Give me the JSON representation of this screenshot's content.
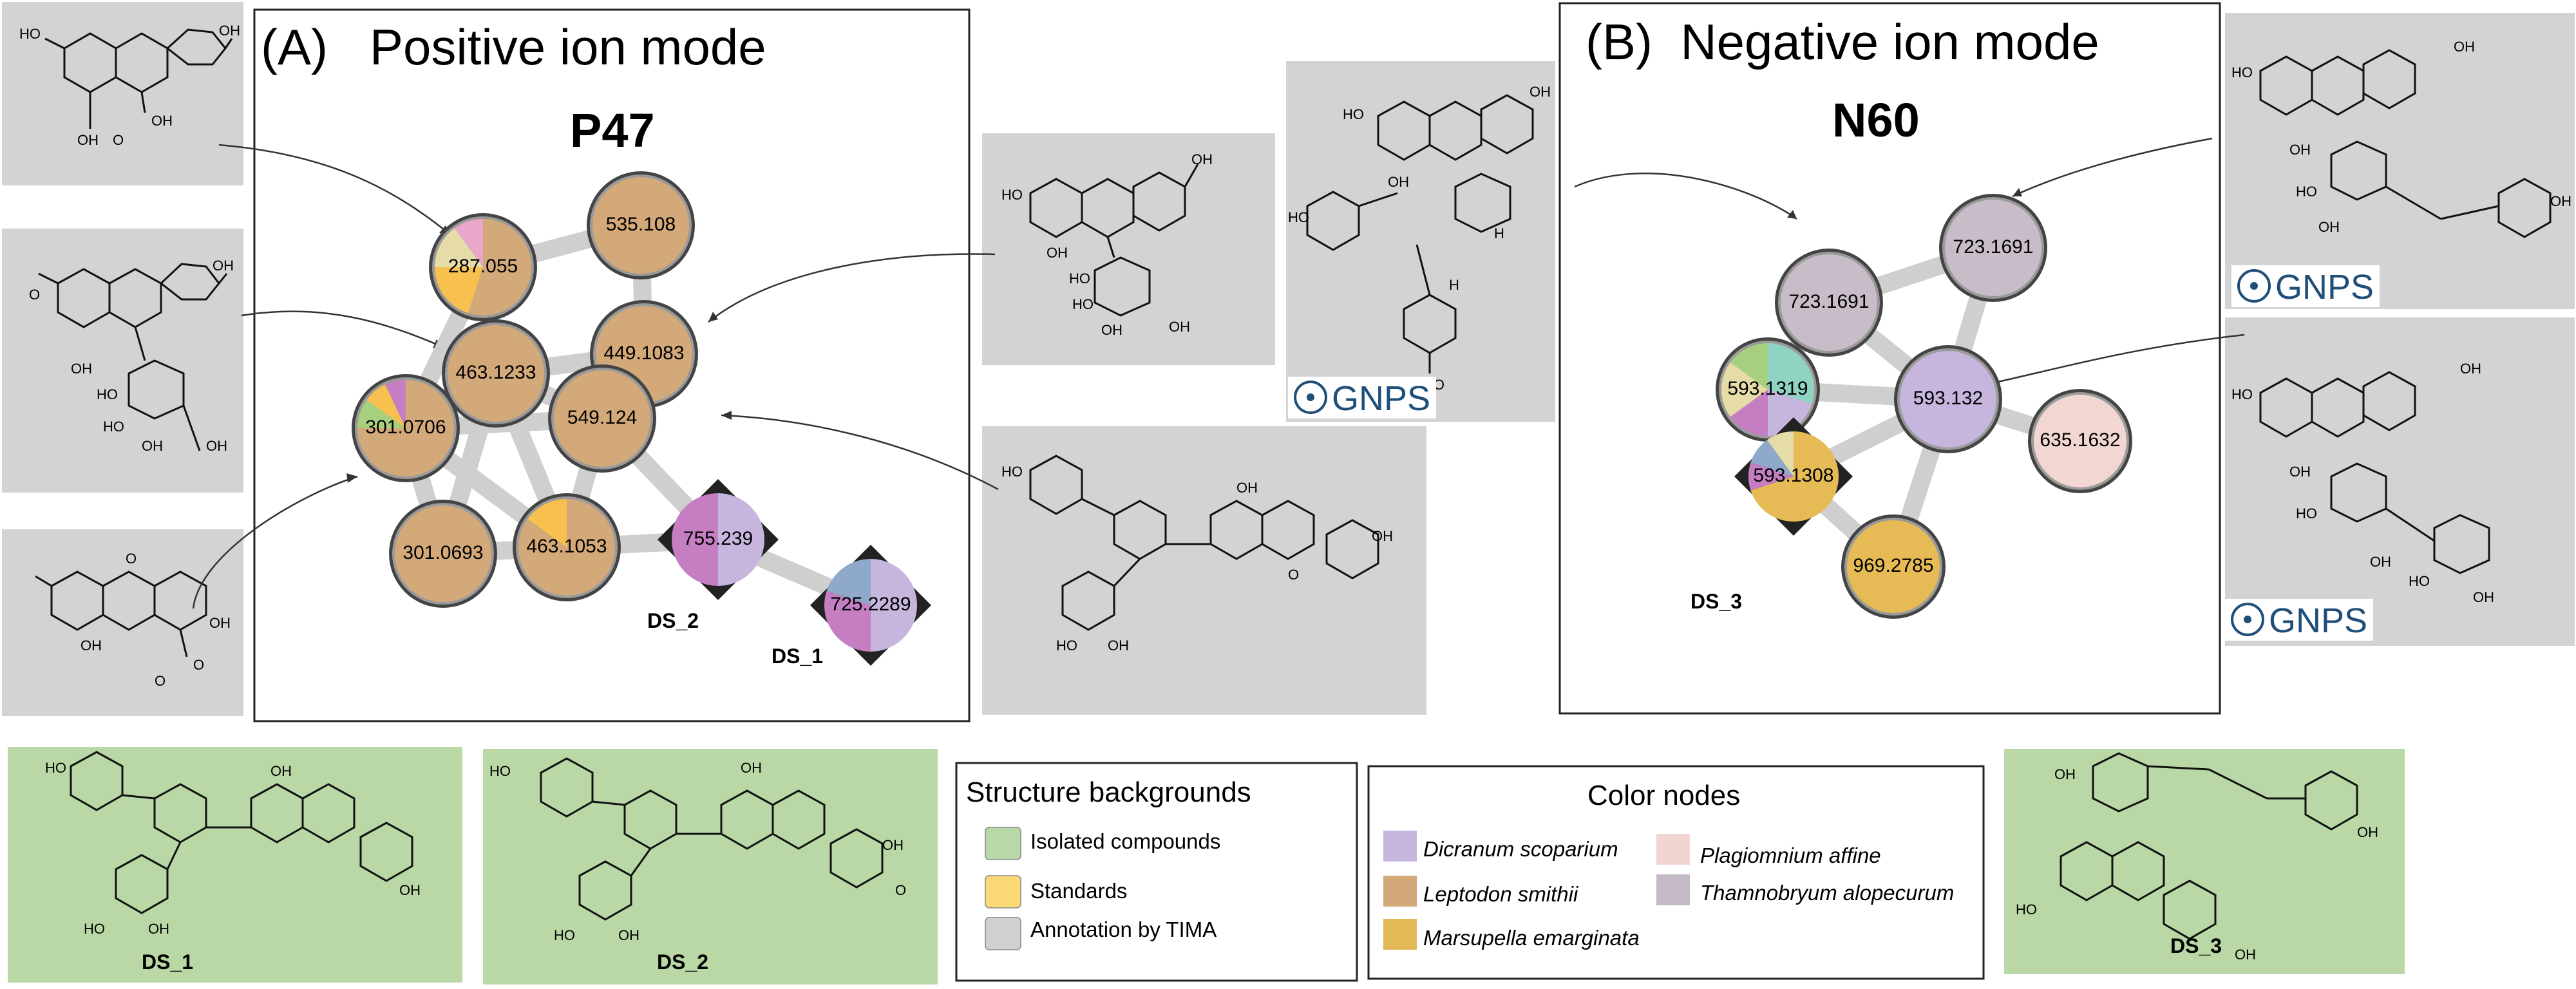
{
  "panel_a": {
    "title": "(A)   Positive ion mode",
    "network_id": "P47",
    "nodes": [
      {
        "id": "a1",
        "label": "287.055"
      },
      {
        "id": "a2",
        "label": "535.108"
      },
      {
        "id": "a3",
        "label": "449.1083"
      },
      {
        "id": "a4",
        "label": "463.1233"
      },
      {
        "id": "a5",
        "label": "301.0706"
      },
      {
        "id": "a6",
        "label": "549.124"
      },
      {
        "id": "a7",
        "label": "301.0693"
      },
      {
        "id": "a8",
        "label": "463.1053"
      },
      {
        "id": "a9",
        "label": "755.239"
      },
      {
        "id": "a10",
        "label": "725.2289"
      }
    ],
    "ds_labels": [
      "DS_2",
      "DS_1"
    ]
  },
  "panel_b": {
    "title": "(B)  Negative ion mode",
    "network_id": "N60",
    "nodes": [
      {
        "id": "b1",
        "label": "723.1691"
      },
      {
        "id": "b2",
        "label": "723.1691"
      },
      {
        "id": "b3",
        "label": "593.1319"
      },
      {
        "id": "b4",
        "label": "593.132"
      },
      {
        "id": "b5",
        "label": "635.1632"
      },
      {
        "id": "b6",
        "label": "593.1308"
      },
      {
        "id": "b7",
        "label": "969.2785"
      }
    ],
    "ds_labels": [
      "DS_3"
    ]
  },
  "gnps_badges": [
    "GNPS",
    "GNPS",
    "GNPS"
  ],
  "structure_labels": {
    "atoms": {
      "oh": "OH",
      "ho": "HO",
      "o": "O",
      "h": "H"
    },
    "bottom": [
      "DS_1",
      "DS_2",
      "DS_3"
    ]
  },
  "legend_backgrounds": {
    "title": "Structure backgrounds",
    "items": [
      {
        "label": "Isolated compounds",
        "color": "#b8d9a6"
      },
      {
        "label": "Standards",
        "color": "#fcd977"
      },
      {
        "label": "Annotation by TIMA",
        "color": "#d0d0d0"
      }
    ]
  },
  "legend_colors": {
    "title": "Color nodes",
    "items": [
      {
        "label": "Dicranum scoparium",
        "color": "#c6b6de"
      },
      {
        "label": "Plagiomnium affine",
        "color": "#f1d5d0"
      },
      {
        "label": "Leptodon smithii",
        "color": "#d4a97a"
      },
      {
        "label": "Thamnobryum alopecurum",
        "color": "#c4b9c6"
      },
      {
        "label": "Marsupella emarginata",
        "color": "#e2b957"
      }
    ]
  },
  "colors": {
    "tima_bg": "#d3d3d3",
    "isolated_bg": "#b9d8a5",
    "edge": "#cfcfcf",
    "leptodon": "#d4a97a",
    "dicranum": "#c6b6de",
    "plagiomnium": "#f2d6d1",
    "thamnobryum": "#c9bcc9",
    "marsupella": "#e6bb55",
    "standard": "#f7c04f",
    "magenta": "#c57ec2",
    "teal": "#8fd3c3",
    "green": "#a6cf7e",
    "pink": "#e8a6c8",
    "beige": "#e5dca8",
    "blue": "#8ea9c9"
  }
}
